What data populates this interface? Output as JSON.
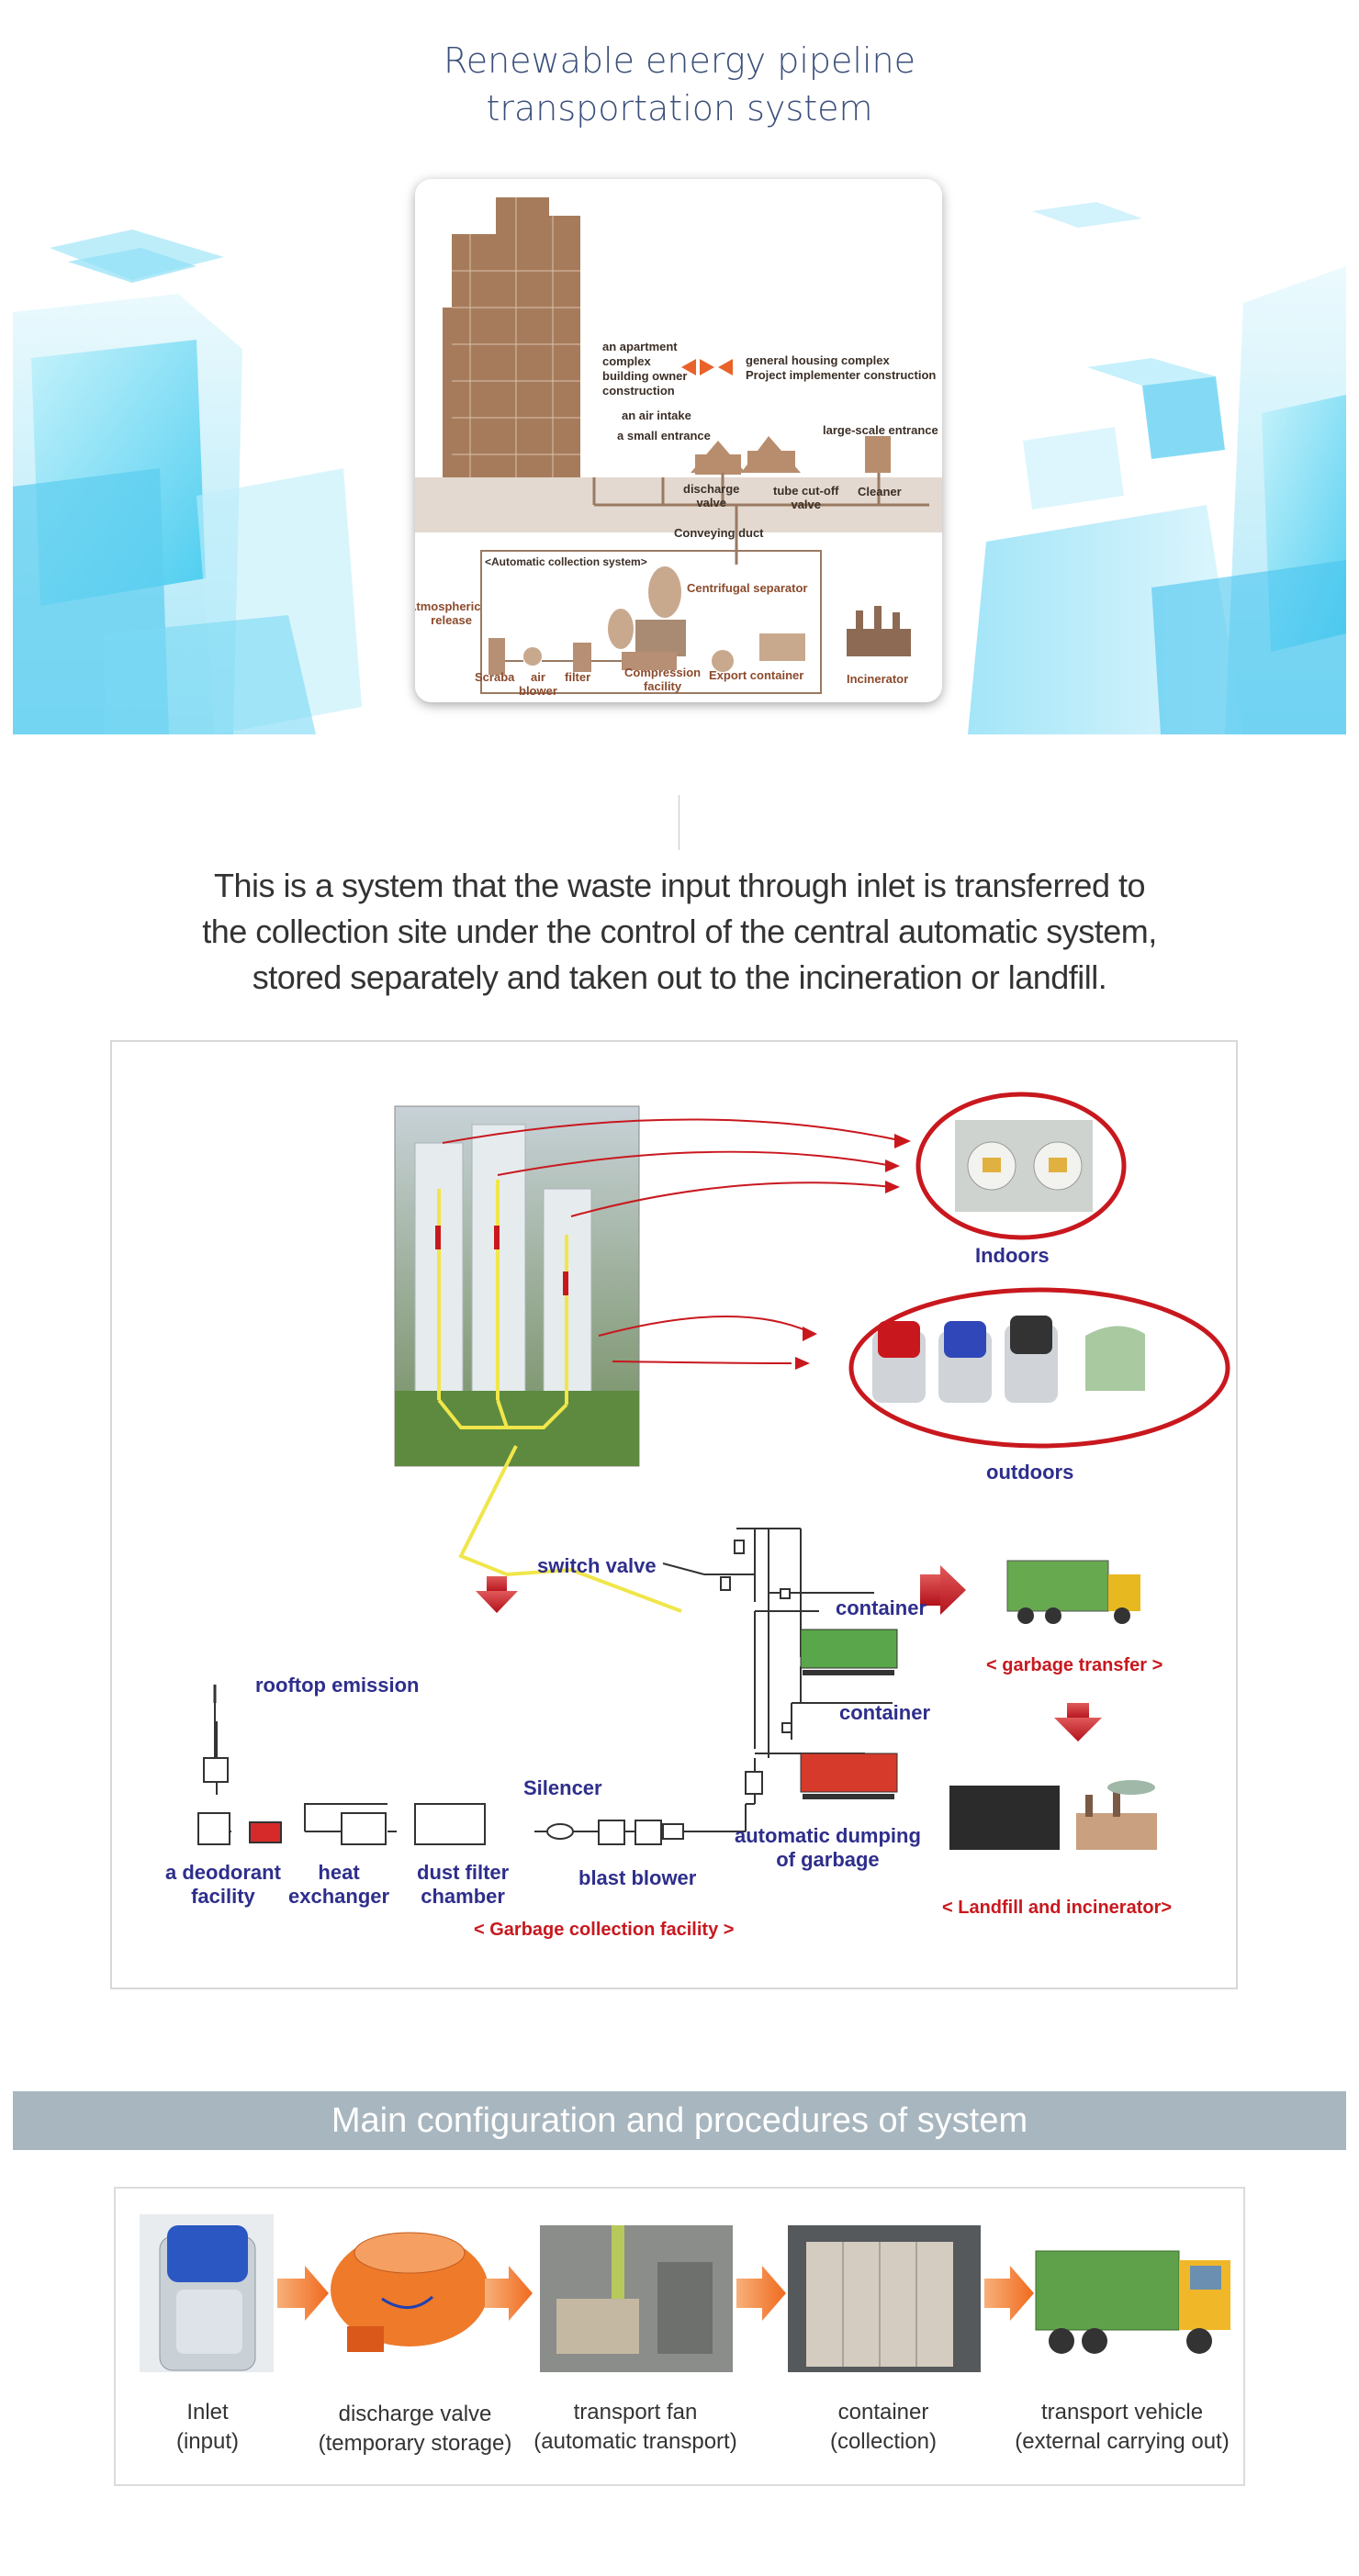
{
  "header": {
    "title_line1": "Renewable energy pipeline",
    "title_line2": "transportation system"
  },
  "hero_labels": {
    "apartment": [
      "an apartment",
      "complex",
      "building owner",
      "construction"
    ],
    "housing": [
      "general housing complex",
      "Project implementer construction"
    ],
    "air_intake": "an air intake",
    "small_entrance": "a small entrance",
    "large_entrance": "large-scale entrance",
    "discharge_valve": [
      "discharge",
      "valve"
    ],
    "tube_cutoff": [
      "tube cut-off",
      "valve"
    ],
    "cleaner": "Cleaner",
    "conveying_duct": "Conveying duct",
    "auto_collection": "<Automatic collection system>",
    "centrifugal": "Centrifugal separator",
    "atmospheric": [
      "Atmospheric",
      "release"
    ],
    "scraba": "Scraba",
    "air_blower": [
      "air",
      "blower"
    ],
    "filter": "filter",
    "compression": [
      "Compression",
      "facility"
    ],
    "export_container": "Export container",
    "incinerator": "Incinerator"
  },
  "description": [
    "This is a system that the waste input through inlet is transferred to",
    "the collection site under the control of the central automatic system,",
    "stored separately and taken out to the incineration or landfill."
  ],
  "diagram": {
    "indoors": "Indoors",
    "outdoors": "outdoors",
    "switch_valve": "switch valve",
    "rooftop_emission": "rooftop emission",
    "container1": "container",
    "container2": "container",
    "garbage_transfer": "< garbage transfer >",
    "silencer": "Silencer",
    "automatic_dumping": [
      "automatic dumping",
      "of garbage"
    ],
    "deodorant": [
      "a deodorant",
      "facility"
    ],
    "heat_exchanger": [
      "heat",
      "exchanger"
    ],
    "dust_filter": [
      "dust filter",
      "chamber"
    ],
    "blast_blower": "blast blower",
    "collection_facility": "< Garbage collection facility >",
    "landfill": "< Landfill and incinerator>"
  },
  "section": {
    "title": "Main configuration and procedures of system"
  },
  "procedures": [
    {
      "name": "Inlet",
      "sub": "(input)"
    },
    {
      "name": "discharge valve",
      "sub": "(temporary storage)"
    },
    {
      "name": "transport fan",
      "sub": "(automatic transport)"
    },
    {
      "name": "container",
      "sub": "(collection)"
    },
    {
      "name": "transport vehicle",
      "sub": "(external carrying out)"
    }
  ],
  "colors": {
    "title": "#3b4f7a",
    "accent_red": "#c8181e",
    "label_blue": "#2e2e8c",
    "band": "#a8b6bf",
    "arrow_orange": "#f07a2a"
  }
}
